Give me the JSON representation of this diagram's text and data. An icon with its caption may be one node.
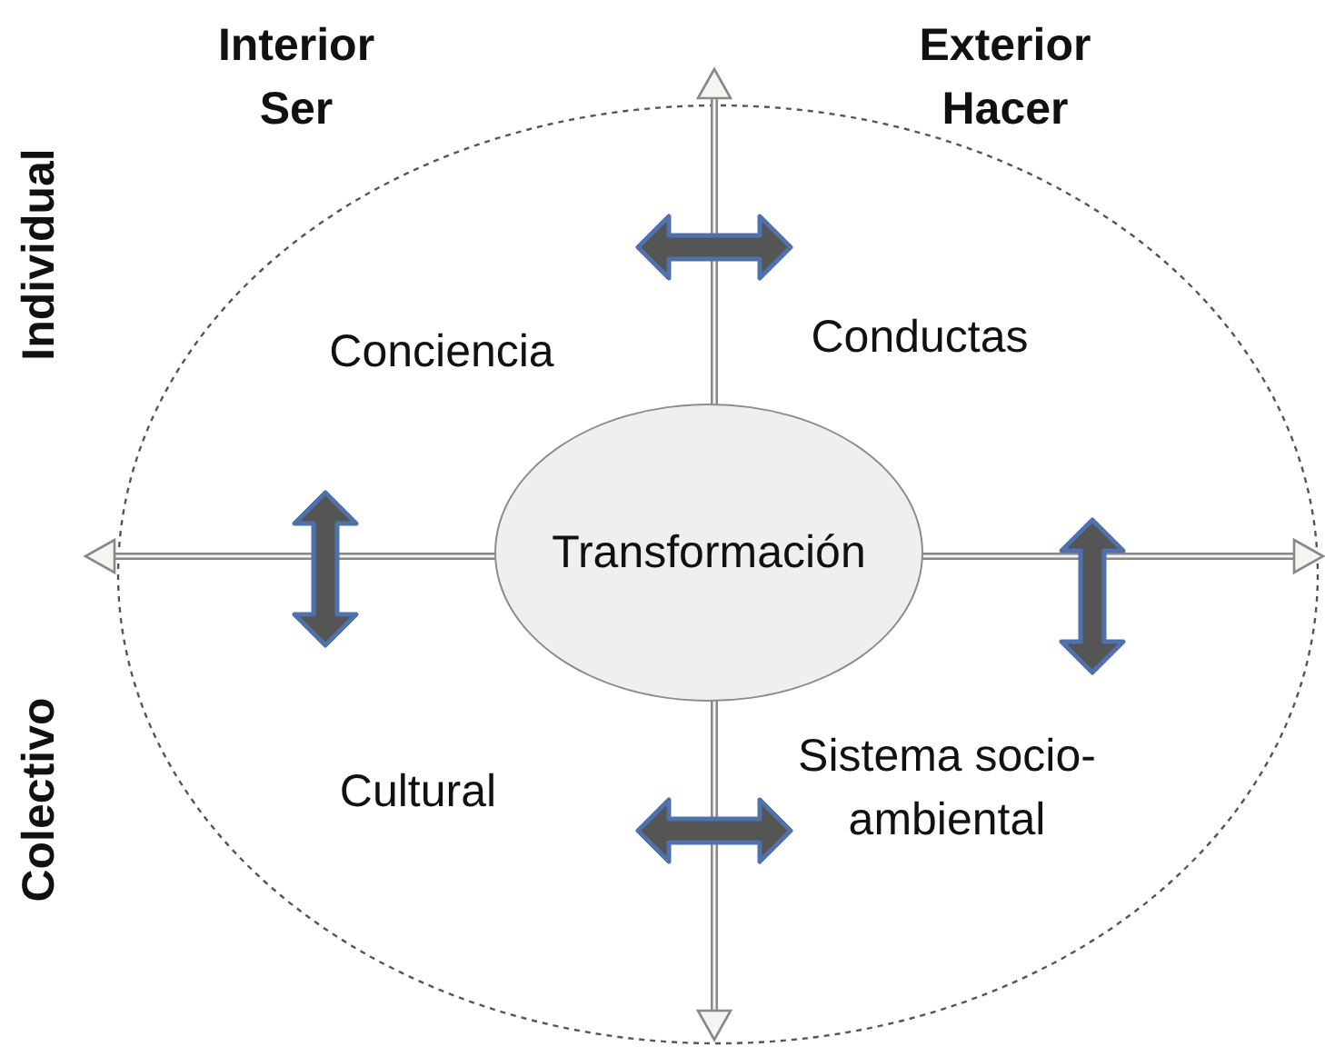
{
  "diagram": {
    "nodes": [
      {
        "text": [
          "Transformación"
        ]
      }
    ],
    "labels": [
      "Interior Ser",
      "Exterior Hacer",
      "Individual",
      "Conciencia",
      "Conductas",
      "Cultural",
      "Sistema socio- ambiental",
      "Colectivo"
    ]
  }
}
